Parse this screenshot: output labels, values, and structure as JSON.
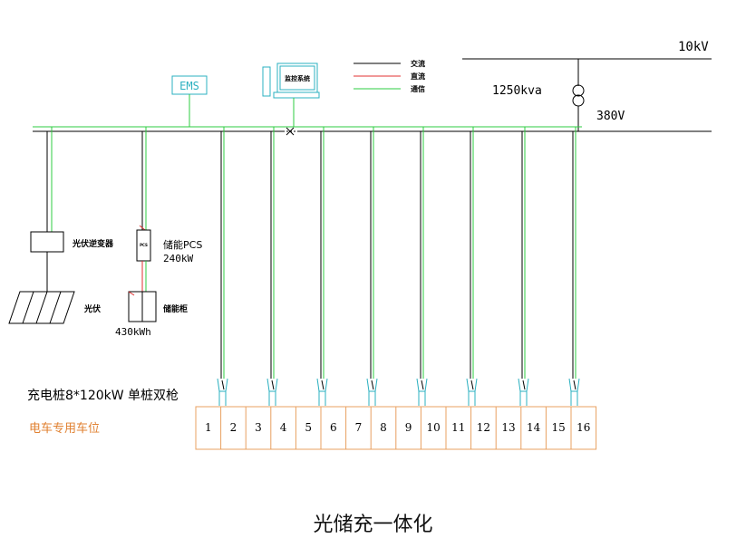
{
  "grid": {
    "high_voltage_label": "10kV",
    "transformer_label": "1250kva",
    "low_voltage_label": "380V"
  },
  "legend": [
    {
      "label": "交流",
      "color": "#000000"
    },
    {
      "label": "直流",
      "color": "#e03030"
    },
    {
      "label": "通信",
      "color": "#2ecc40"
    }
  ],
  "ems_label": "EMS",
  "monitor_label": "监控系统",
  "pv": {
    "inverter_label": "光伏逆变器",
    "panel_label": "光伏"
  },
  "storage": {
    "pcs_box_text": "PCS",
    "pcs_label": "储能PCS",
    "pcs_power": "240kW",
    "cabinet_label": "储能柜",
    "capacity": "430kWh"
  },
  "charger_title": "充电桩8*120kW 单桩双枪",
  "parking_title": "电车专用车位",
  "parking_slots": [
    "1",
    "2",
    "3",
    "4",
    "5",
    "6",
    "7",
    "8",
    "9",
    "10",
    "11",
    "12",
    "13",
    "14",
    "15",
    "16"
  ],
  "caption": "光储充一体化",
  "colors": {
    "ac_line": "#000000",
    "dc_line": "#e03030",
    "comm_line": "#2ecc40",
    "ems": "#2bb0c0",
    "parking": "#e8a060"
  }
}
